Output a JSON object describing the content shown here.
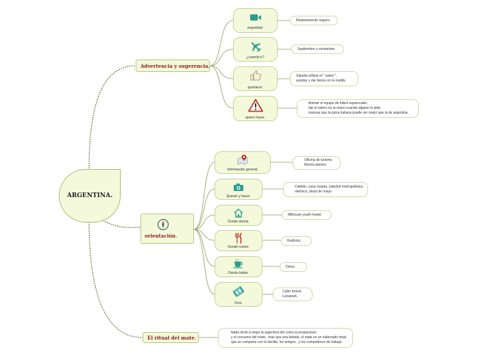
{
  "root": {
    "label": "ARGENTINA."
  },
  "branches": {
    "advertencia": {
      "label": "Advertencia y sugerencia.",
      "topics": [
        {
          "label": "seguridad.",
          "icon": "video-camera-icon",
          "note": [
            "Relativamente seguro."
          ]
        },
        {
          "label": "¿cuando ir?",
          "icon": "airplane-icon",
          "note": [
            "Septiembre y noviembre."
          ]
        },
        {
          "label": "quehacer.",
          "icon": "thumbs-up-icon",
          "note": [
            "Saludar,utilizar el \" usted \",",
            "aceptar y dar besos en la mejilla."
          ]
        },
        {
          "label": "queno hacer.",
          "icon": "warning-icon",
          "note": [
            "Animar el equipo de futbol equivocado,",
            "dar el salero en la mano cuando alguien lo pide,",
            "insinuar que la pizza italiana puede ser mejor que la de argentina."
          ]
        }
      ]
    },
    "orientacion": {
      "label": "orientación.",
      "icon": "compass-icon",
      "topics": [
        {
          "label": "información general.",
          "icon": "map-pin-icon",
          "note": [
            "Oficina de turismo.",
            "libreria ateneo."
          ]
        },
        {
          "label": "Quever y hacer.",
          "icon": "camera-icon",
          "note": [
            "Cabildo, casa rosada, catedral metropolitana,",
            "obelisco, plaza de mayo."
          ]
        },
        {
          "label": "Donde dormir.",
          "icon": "house-icon",
          "note": [
            "Milhouse youth hostel."
          ]
        },
        {
          "label": "Donde comer.",
          "icon": "fork-knife-icon",
          "note": [
            "Rodizzio."
          ]
        },
        {
          "label": "Donde beber.",
          "icon": "coffee-cup-icon",
          "note": [
            "Delux."
          ]
        },
        {
          "label": "Ocio.",
          "icon": "film-icon",
          "note": [
            "Cafer tortoni .",
            "Lunapark."
          ]
        }
      ]
    },
    "mate": {
      "label": "El ritual del mate.",
      "note": [
        "Nada iniciti a mejor la argentina del como la preparacion",
        "y el consumo del mate.. mas que una bebida, el mate es un elaborado ritual",
        "que se comparte con la familia, los amigos , y los compañeros de trabajo."
      ]
    }
  },
  "colors": {
    "node_fill": "#f3f9da",
    "node_border": "#c6d294",
    "branch_text": "#8b1e1e",
    "link": "#4f6418"
  }
}
